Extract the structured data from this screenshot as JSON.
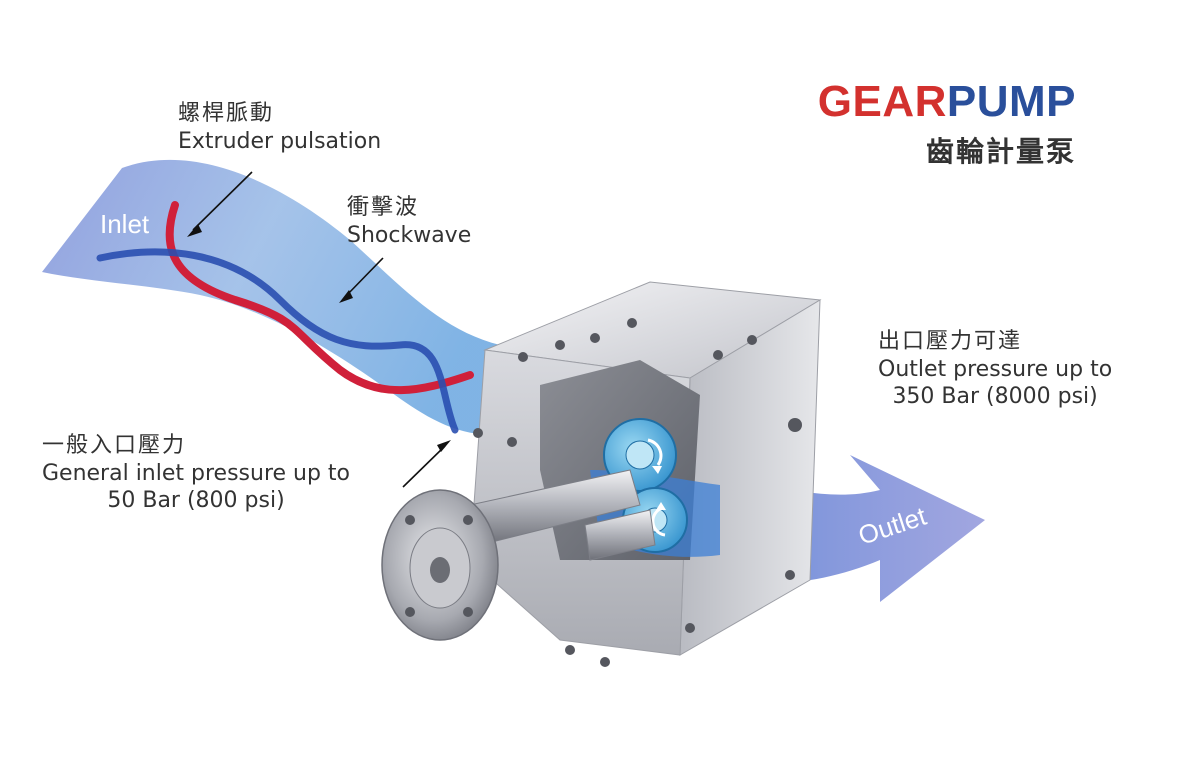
{
  "brand": {
    "title_part1": "GEAR",
    "title_part2": "PUMP",
    "subtitle_zh": "齒輪計量泵",
    "color_part1": "#d3312e",
    "color_part2": "#2a4f9b"
  },
  "flow": {
    "inlet_label": "Inlet",
    "outlet_label": "Outlet"
  },
  "labels": {
    "extruder": {
      "zh": "螺桿脈動",
      "en": "Extruder pulsation"
    },
    "shockwave": {
      "zh": "衝擊波",
      "en": "Shockwave"
    },
    "inlet_pressure": {
      "zh": "一般入口壓力",
      "en_line1": "General inlet pressure up to",
      "en_line2": "50 Bar (800 psi)"
    },
    "outlet_pressure": {
      "zh": "出口壓力可達",
      "en_line1": "Outlet pressure up to",
      "en_line2": "350 Bar (8000 psi)"
    }
  },
  "colors": {
    "pulsation_red": "#d0203a",
    "shockwave_blue": "#2a4fb0",
    "flow_band": "#8fa6da",
    "gear_cyan": "#3ea6d8"
  }
}
